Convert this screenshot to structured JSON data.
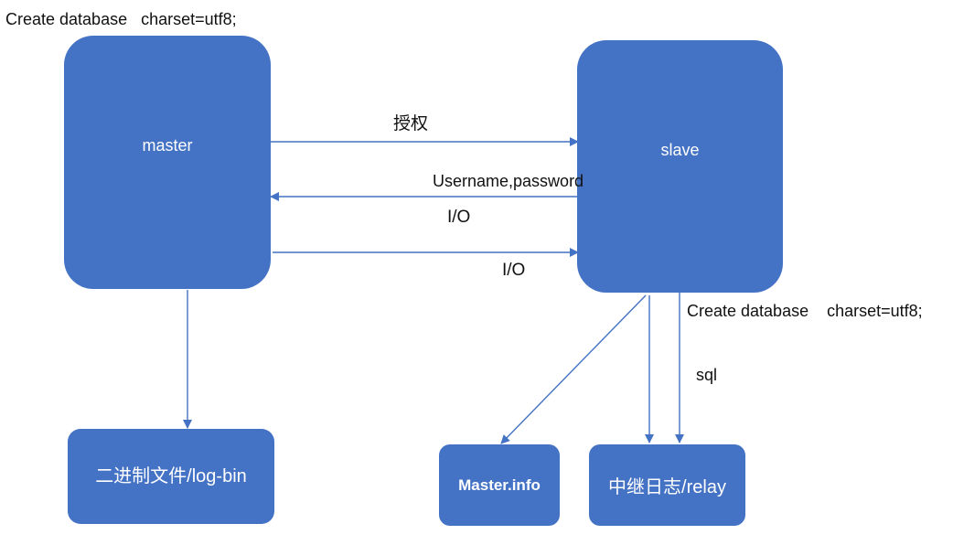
{
  "nodes": {
    "master": "master",
    "slave": "slave",
    "binlog": "二进制文件/log-bin",
    "master_info": "Master.info",
    "relay_log": "中继日志/relay"
  },
  "labels": {
    "top_left_sql": "Create database   charset=utf8;",
    "grant": "授权",
    "credentials": "Username,password",
    "io_return": "I/O",
    "io_forward": "I/O",
    "slave_sql": "Create database    charset=utf8;",
    "sql_thread": "sql"
  },
  "colors": {
    "node_fill": "#4472c4",
    "connector": "#4472c4",
    "node_text": "#ffffff",
    "label_text": "#111111"
  }
}
